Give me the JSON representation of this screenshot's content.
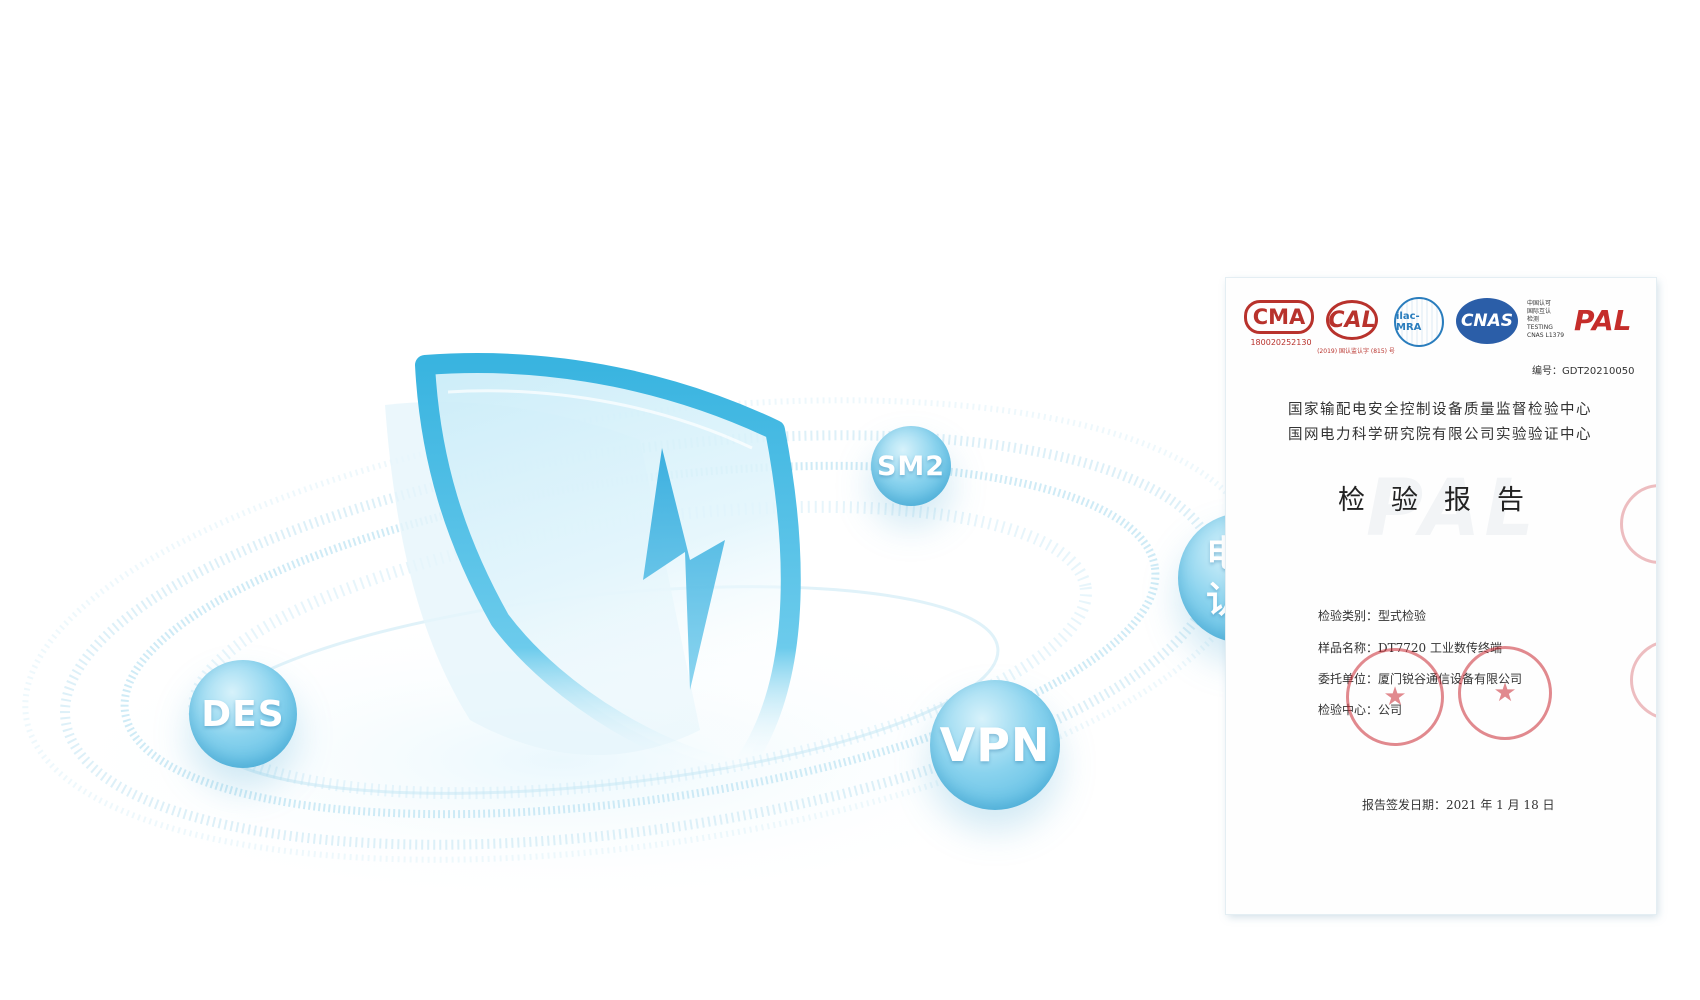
{
  "badges": {
    "sm2": "SM2",
    "des": "DES",
    "vpn": "VPN",
    "dianke_line1": "电科",
    "dianke_line2": "认证"
  },
  "certificate": {
    "cma_label": "CMA",
    "cma_number": "180020252130",
    "cal_label": "CAL",
    "cal_subtext": "(2019) 国认监认字 (815) 号",
    "ilac_label": "ilac-MRA",
    "cnas_label": "CNAS",
    "cnas_side_text": [
      "中国认可",
      "国际互认",
      "检测",
      "TESTING",
      "CNAS L1379"
    ],
    "pal_label": "PAL",
    "number": "编号：GDT20210050",
    "org_line_1": "国家输配电安全控制设备质量监督检验中心",
    "org_line_2": "国网电力科学研究院有限公司实验验证中心",
    "title": "检验报告",
    "fields": [
      "检验类别：型式检验",
      "样品名称：DT7720 工业数传终端",
      "委托单位：厦门锐谷通信设备有限公司",
      "检验中心：公司"
    ],
    "issue_date": "报告签发日期：2021 年 1 月 18 日"
  },
  "colors": {
    "shield_blue": "#39b4e0",
    "bubble_blue": "#4fb6e0",
    "stamp_red": "#c8283a"
  }
}
